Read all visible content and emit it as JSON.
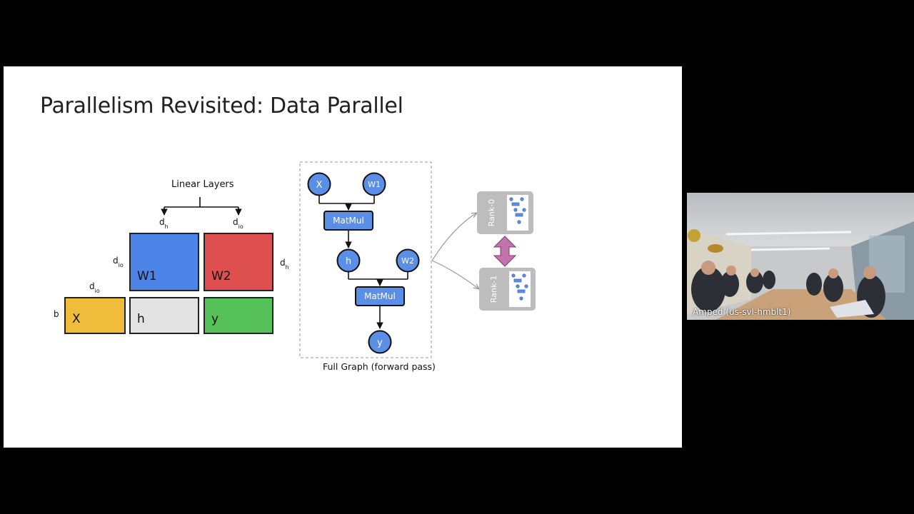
{
  "slide": {
    "title": "Parallelism Revisited: Data Parallel",
    "linear_layers_label": "Linear Layers",
    "dims": {
      "dh": "d",
      "dh_sub": "h",
      "dio": "d",
      "dio_sub": "io",
      "b": "b"
    },
    "matrices": {
      "w1": "W1",
      "w2": "W2",
      "x": "X",
      "h": "h",
      "y": "y"
    },
    "graph": {
      "node_x": "X",
      "node_w1": "W1",
      "matmul_1": "MatMul",
      "node_h": "h",
      "node_w2": "W2",
      "matmul_2": "MatMul",
      "node_y": "y",
      "caption": "Full Graph (forward pass)"
    },
    "ranks": {
      "rank0": "Rank-0",
      "rank1": "Rank-1"
    },
    "colors": {
      "blue": "#4d84e8",
      "red": "#de5050",
      "yellow": "#f0bc3c",
      "gray": "#e3e3e3",
      "green": "#56c159",
      "node_blue": "#5b8ee6",
      "rank_gray": "#bdbdbd",
      "arrow_purple": "#c373ab"
    }
  },
  "participant": {
    "name": "Amped (us-svl-hmblt1)"
  }
}
